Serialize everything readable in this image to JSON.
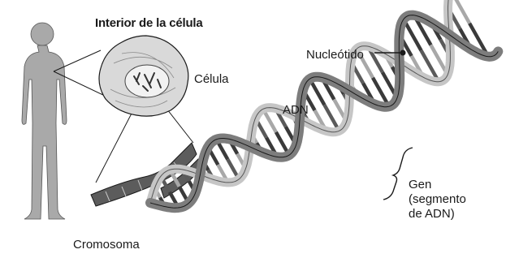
{
  "diagram": {
    "title": "Interior de la célula",
    "labels": {
      "cell": "Célula",
      "nucleotide": "Nucleótido",
      "dna": "ADN",
      "chromosome": "Cromosoma",
      "gene": [
        "Gen",
        "(segmento",
        "de ADN)"
      ]
    }
  },
  "colors": {
    "background": "#ffffff",
    "silhouette": "#a9a9a9",
    "outline": "#1a1a1a",
    "helix_front": "#7d7d7d",
    "helix_back": "#c6c6c6",
    "base_dark": "#3a3a3a",
    "base_light": "#a8a8a8",
    "cell": "#d9d9d9",
    "nucleus": "#f2f2f2"
  }
}
